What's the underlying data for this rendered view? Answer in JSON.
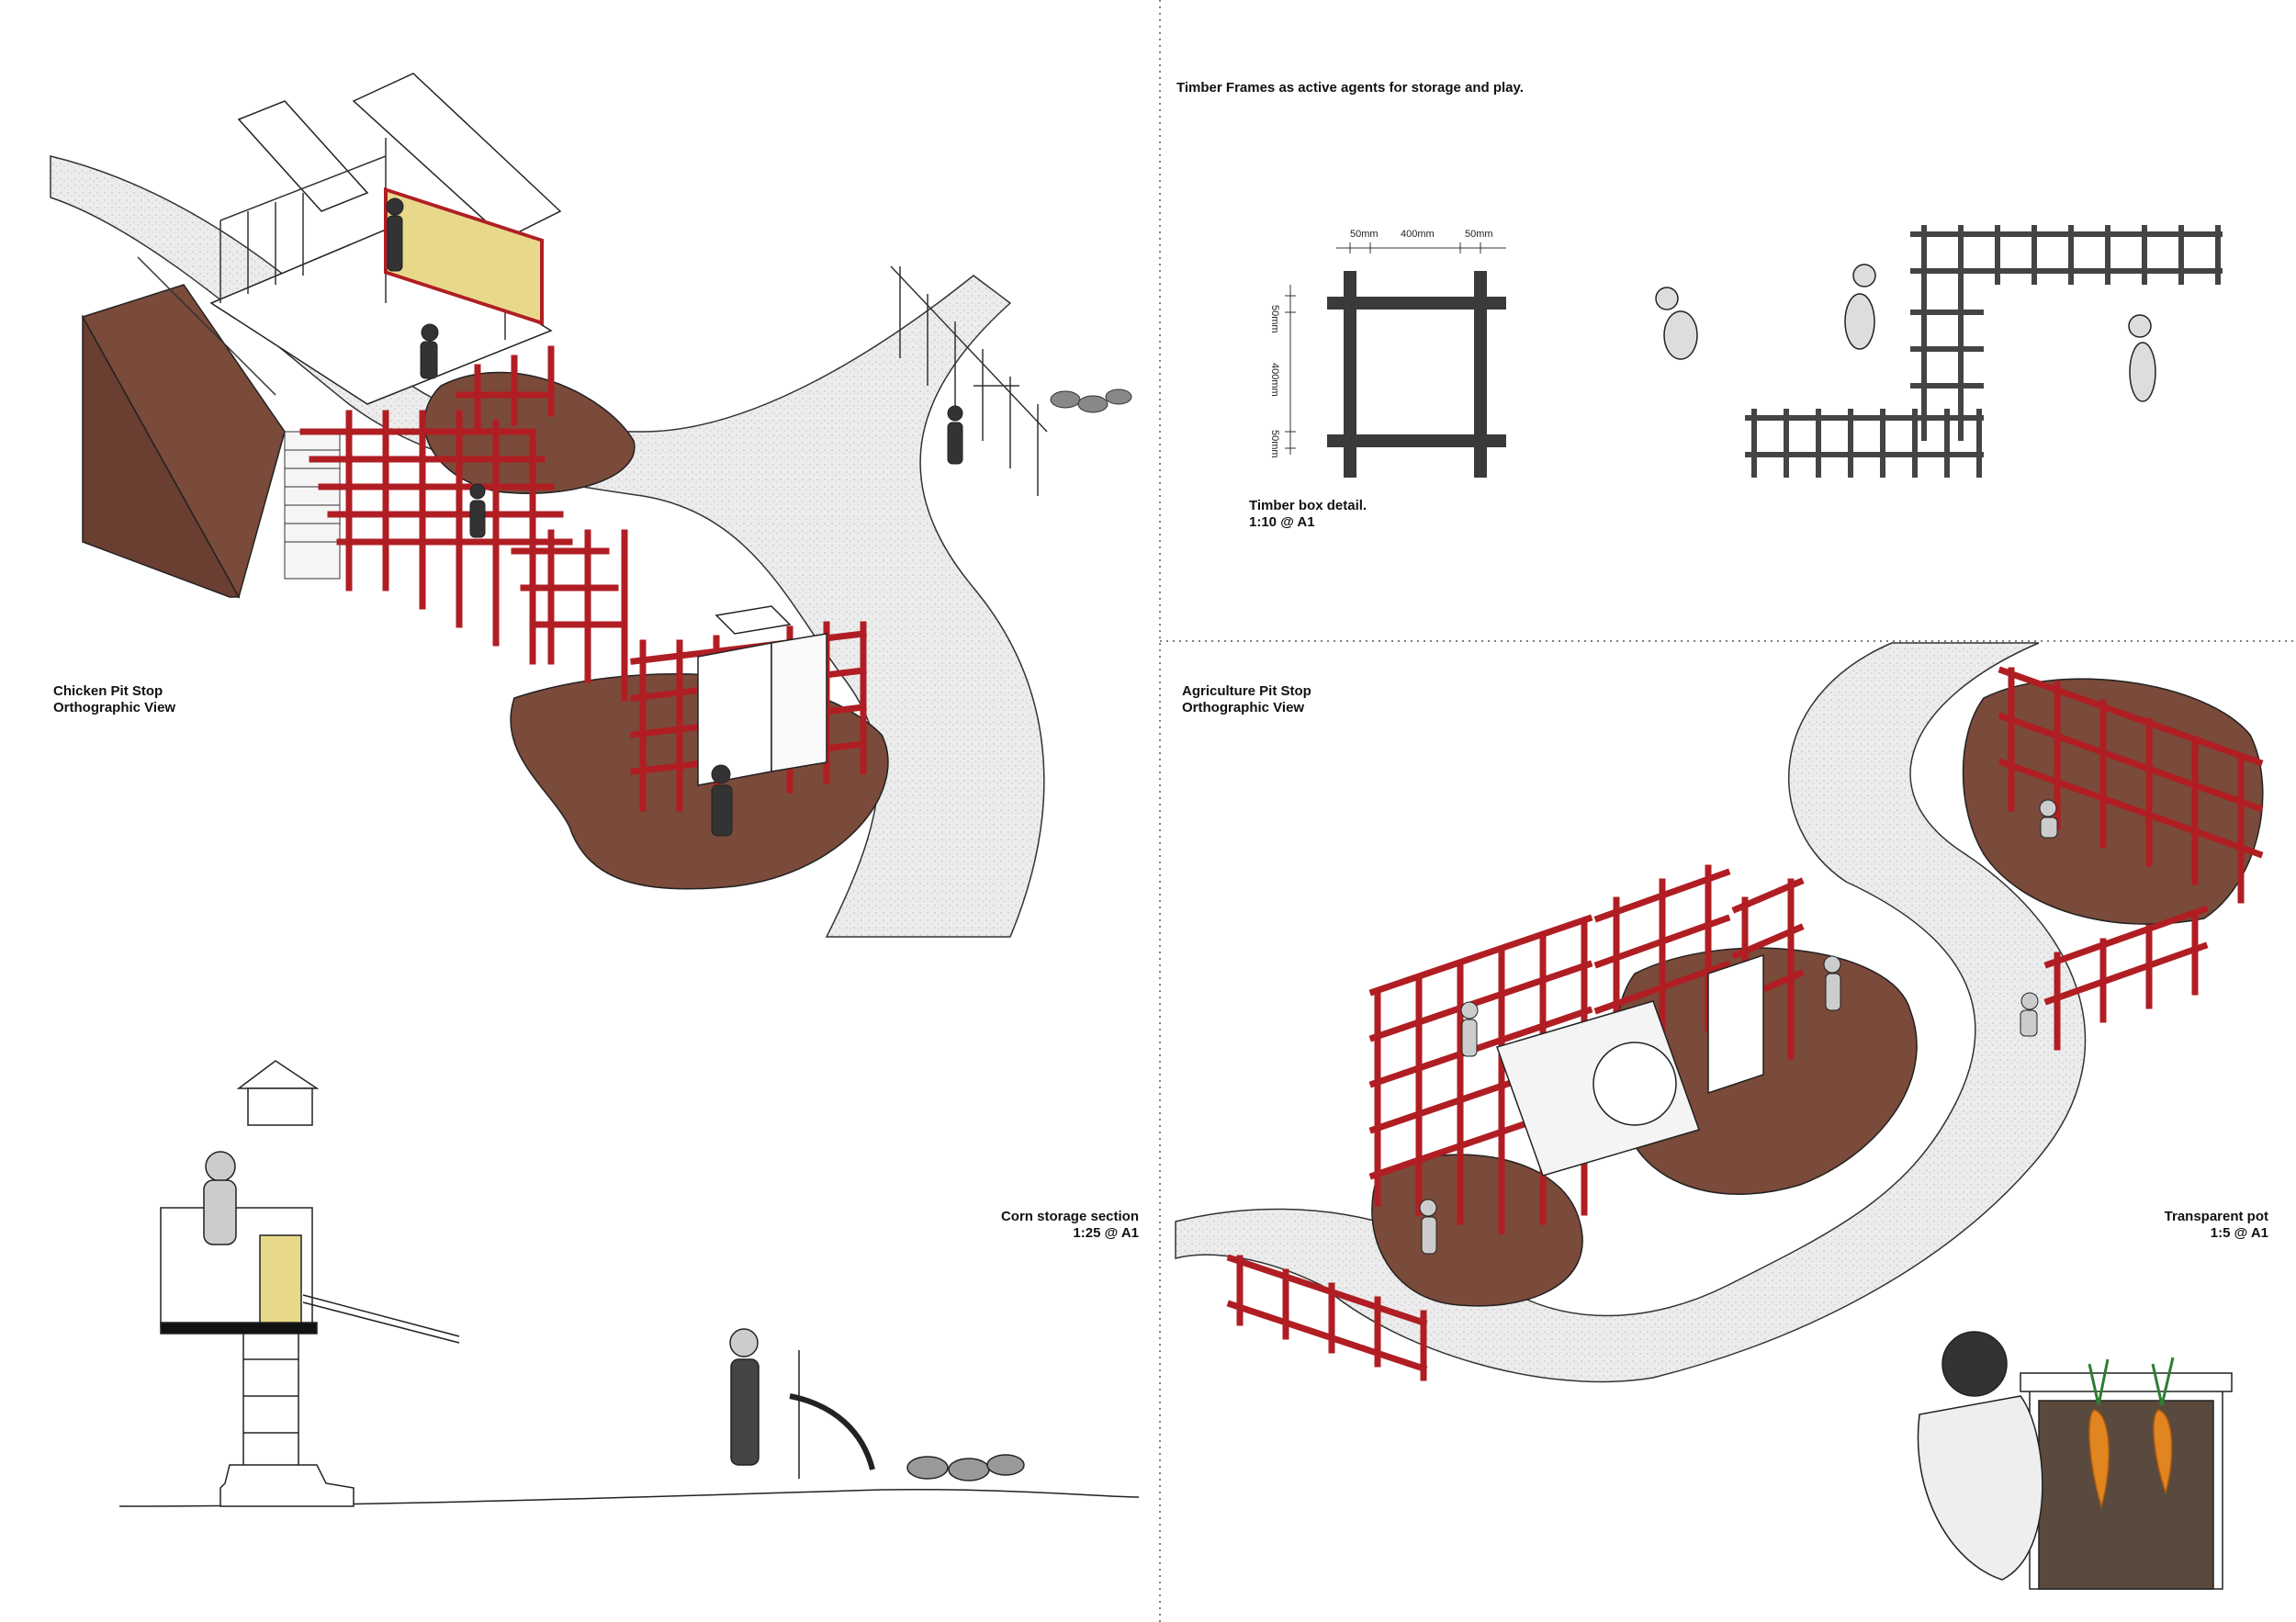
{
  "captions": {
    "chicken": [
      "Chicken Pit Stop",
      "Orthographic View"
    ],
    "agri": [
      "Agriculture Pit Stop",
      "Orthographic View"
    ],
    "timber_title": "Timber Frames as active agents for storage and play.",
    "timber_box": [
      "Timber box detail.",
      "1:10 @ A1"
    ],
    "corn": [
      "Corn storage section",
      "1:25 @ A1"
    ],
    "pot": [
      "Transparent pot",
      "1:5 @ A1"
    ]
  },
  "dimensions": {
    "top_left": "50mm",
    "top_mid": "400mm",
    "top_right": "50mm",
    "side_top": "50mm",
    "side_mid": "400mm",
    "side_bot": "50mm"
  },
  "colors": {
    "frame_red": "#b01e23",
    "soil": "#7a4a3a",
    "path_grey": "#e6e6e6",
    "line": "#222222"
  }
}
